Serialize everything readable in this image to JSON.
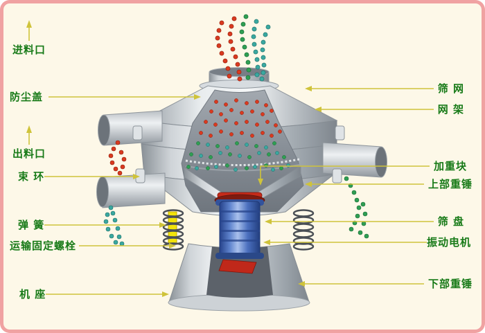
{
  "labels": {
    "left": [
      {
        "id": "feed-inlet",
        "text": "进料口"
      },
      {
        "id": "dust-cover",
        "text": "防尘盖"
      },
      {
        "id": "discharge-outlet",
        "text": "出料口"
      },
      {
        "id": "clamp-ring",
        "text": "束 环"
      },
      {
        "id": "spring",
        "text": "弹 簧"
      },
      {
        "id": "transport-fixing-bolt",
        "text": "运输固定螺栓"
      },
      {
        "id": "machine-base",
        "text": "机 座"
      }
    ],
    "right": [
      {
        "id": "screen-mesh",
        "text": "筛 网"
      },
      {
        "id": "mesh-frame",
        "text": "网 架"
      },
      {
        "id": "weight-block",
        "text": "加重块"
      },
      {
        "id": "upper-hammer",
        "text": "上部重锤"
      },
      {
        "id": "sieve-tray",
        "text": "筛 盘"
      },
      {
        "id": "vibration-motor",
        "text": "振动电机"
      },
      {
        "id": "lower-hammer",
        "text": "下部重锤"
      }
    ]
  },
  "colors": {
    "background": "#fdf8e8",
    "frame_border": "#f0a2a2",
    "label_text": "#177a17",
    "leader_line": "#cfc33a",
    "particle_red": "#d93a20",
    "particle_green": "#2f9e53",
    "particle_teal": "#3aa8a0",
    "motor_blue": "#4a79c9",
    "hammer_red": "#c0281a",
    "bolt_yellow": "#f2e40a",
    "machine_metal": "#c7ccd1"
  }
}
